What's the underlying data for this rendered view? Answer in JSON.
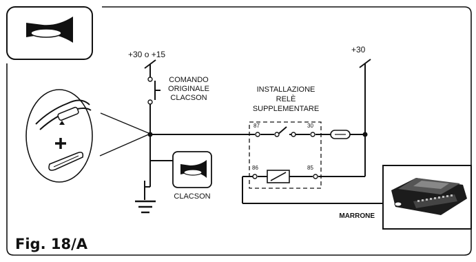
{
  "figure": {
    "caption": "Fig. 18/A"
  },
  "labels": {
    "switch_supply": "+30 o +15",
    "switch_caption_line1": "COMANDO",
    "switch_caption_line2": "ORIGINALE",
    "switch_caption_line3": "CLACSON",
    "relay_caption_line1": "INSTALLAZIONE",
    "relay_caption_line2": "RELÈ",
    "relay_caption_line3": "SUPPLEMENTARE",
    "pin_87": "87",
    "pin_30": "30",
    "pin_86": "86",
    "pin_85": "85",
    "battery_supply": "+30",
    "horn_caption": "CLACSON",
    "wire_color": "MARRONE"
  },
  "icons": {
    "header": "horn-icon",
    "horn": "horn-icon",
    "ground": "ground-icon",
    "fuse": "fuse-icon",
    "module": "alarm-control-unit-icon",
    "detail": "wire-splice-detail-icon"
  },
  "colors": {
    "line": "#111111",
    "background": "#ffffff"
  }
}
